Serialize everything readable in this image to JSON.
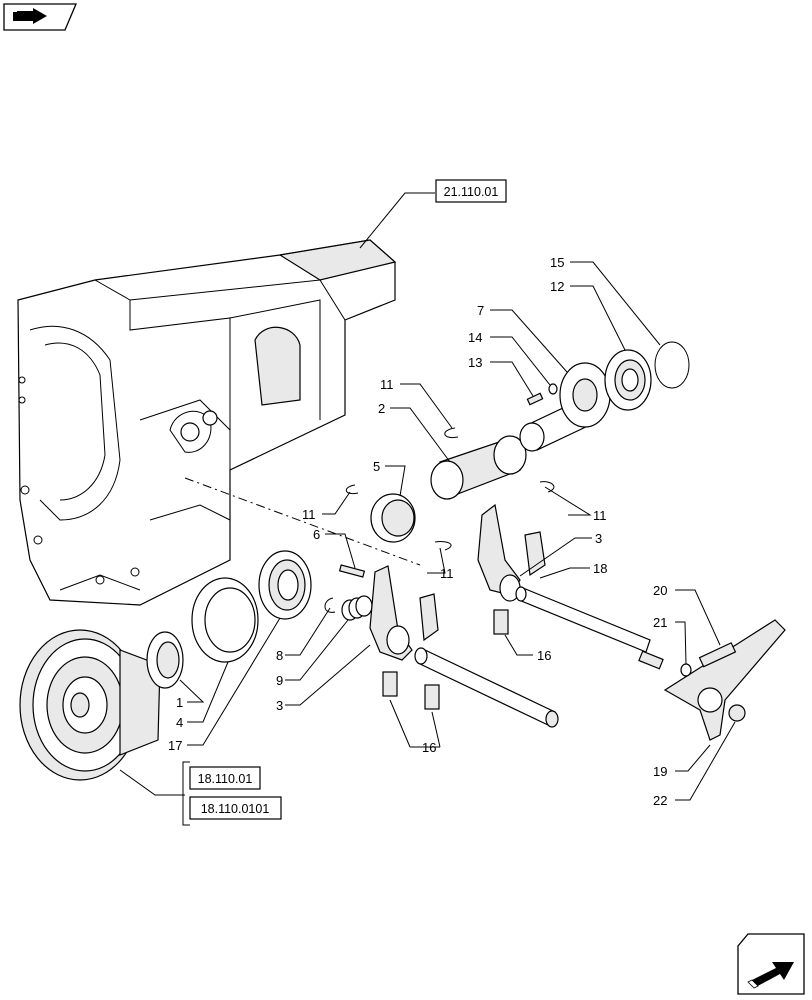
{
  "references": {
    "transmission_housing": "21.110.01",
    "clutch_a": "18.110.01",
    "clutch_b": "18.110.0101"
  },
  "callouts": {
    "c1": "1",
    "c2": "2",
    "c3a": "3",
    "c3b": "3",
    "c4": "4",
    "c5": "5",
    "c6": "6",
    "c7": "7",
    "c8": "8",
    "c9": "9",
    "c11a": "11",
    "c11b": "11",
    "c11c": "11",
    "c11d": "11",
    "c12": "12",
    "c13": "13",
    "c14": "14",
    "c15": "15",
    "c16a": "16",
    "c16b": "16",
    "c17": "17",
    "c18": "18",
    "c19": "19",
    "c20": "20",
    "c21": "21",
    "c22": "22"
  },
  "icons": {
    "top_left": "book-arrow-icon",
    "bottom_right": "navigate-arrow-icon"
  }
}
